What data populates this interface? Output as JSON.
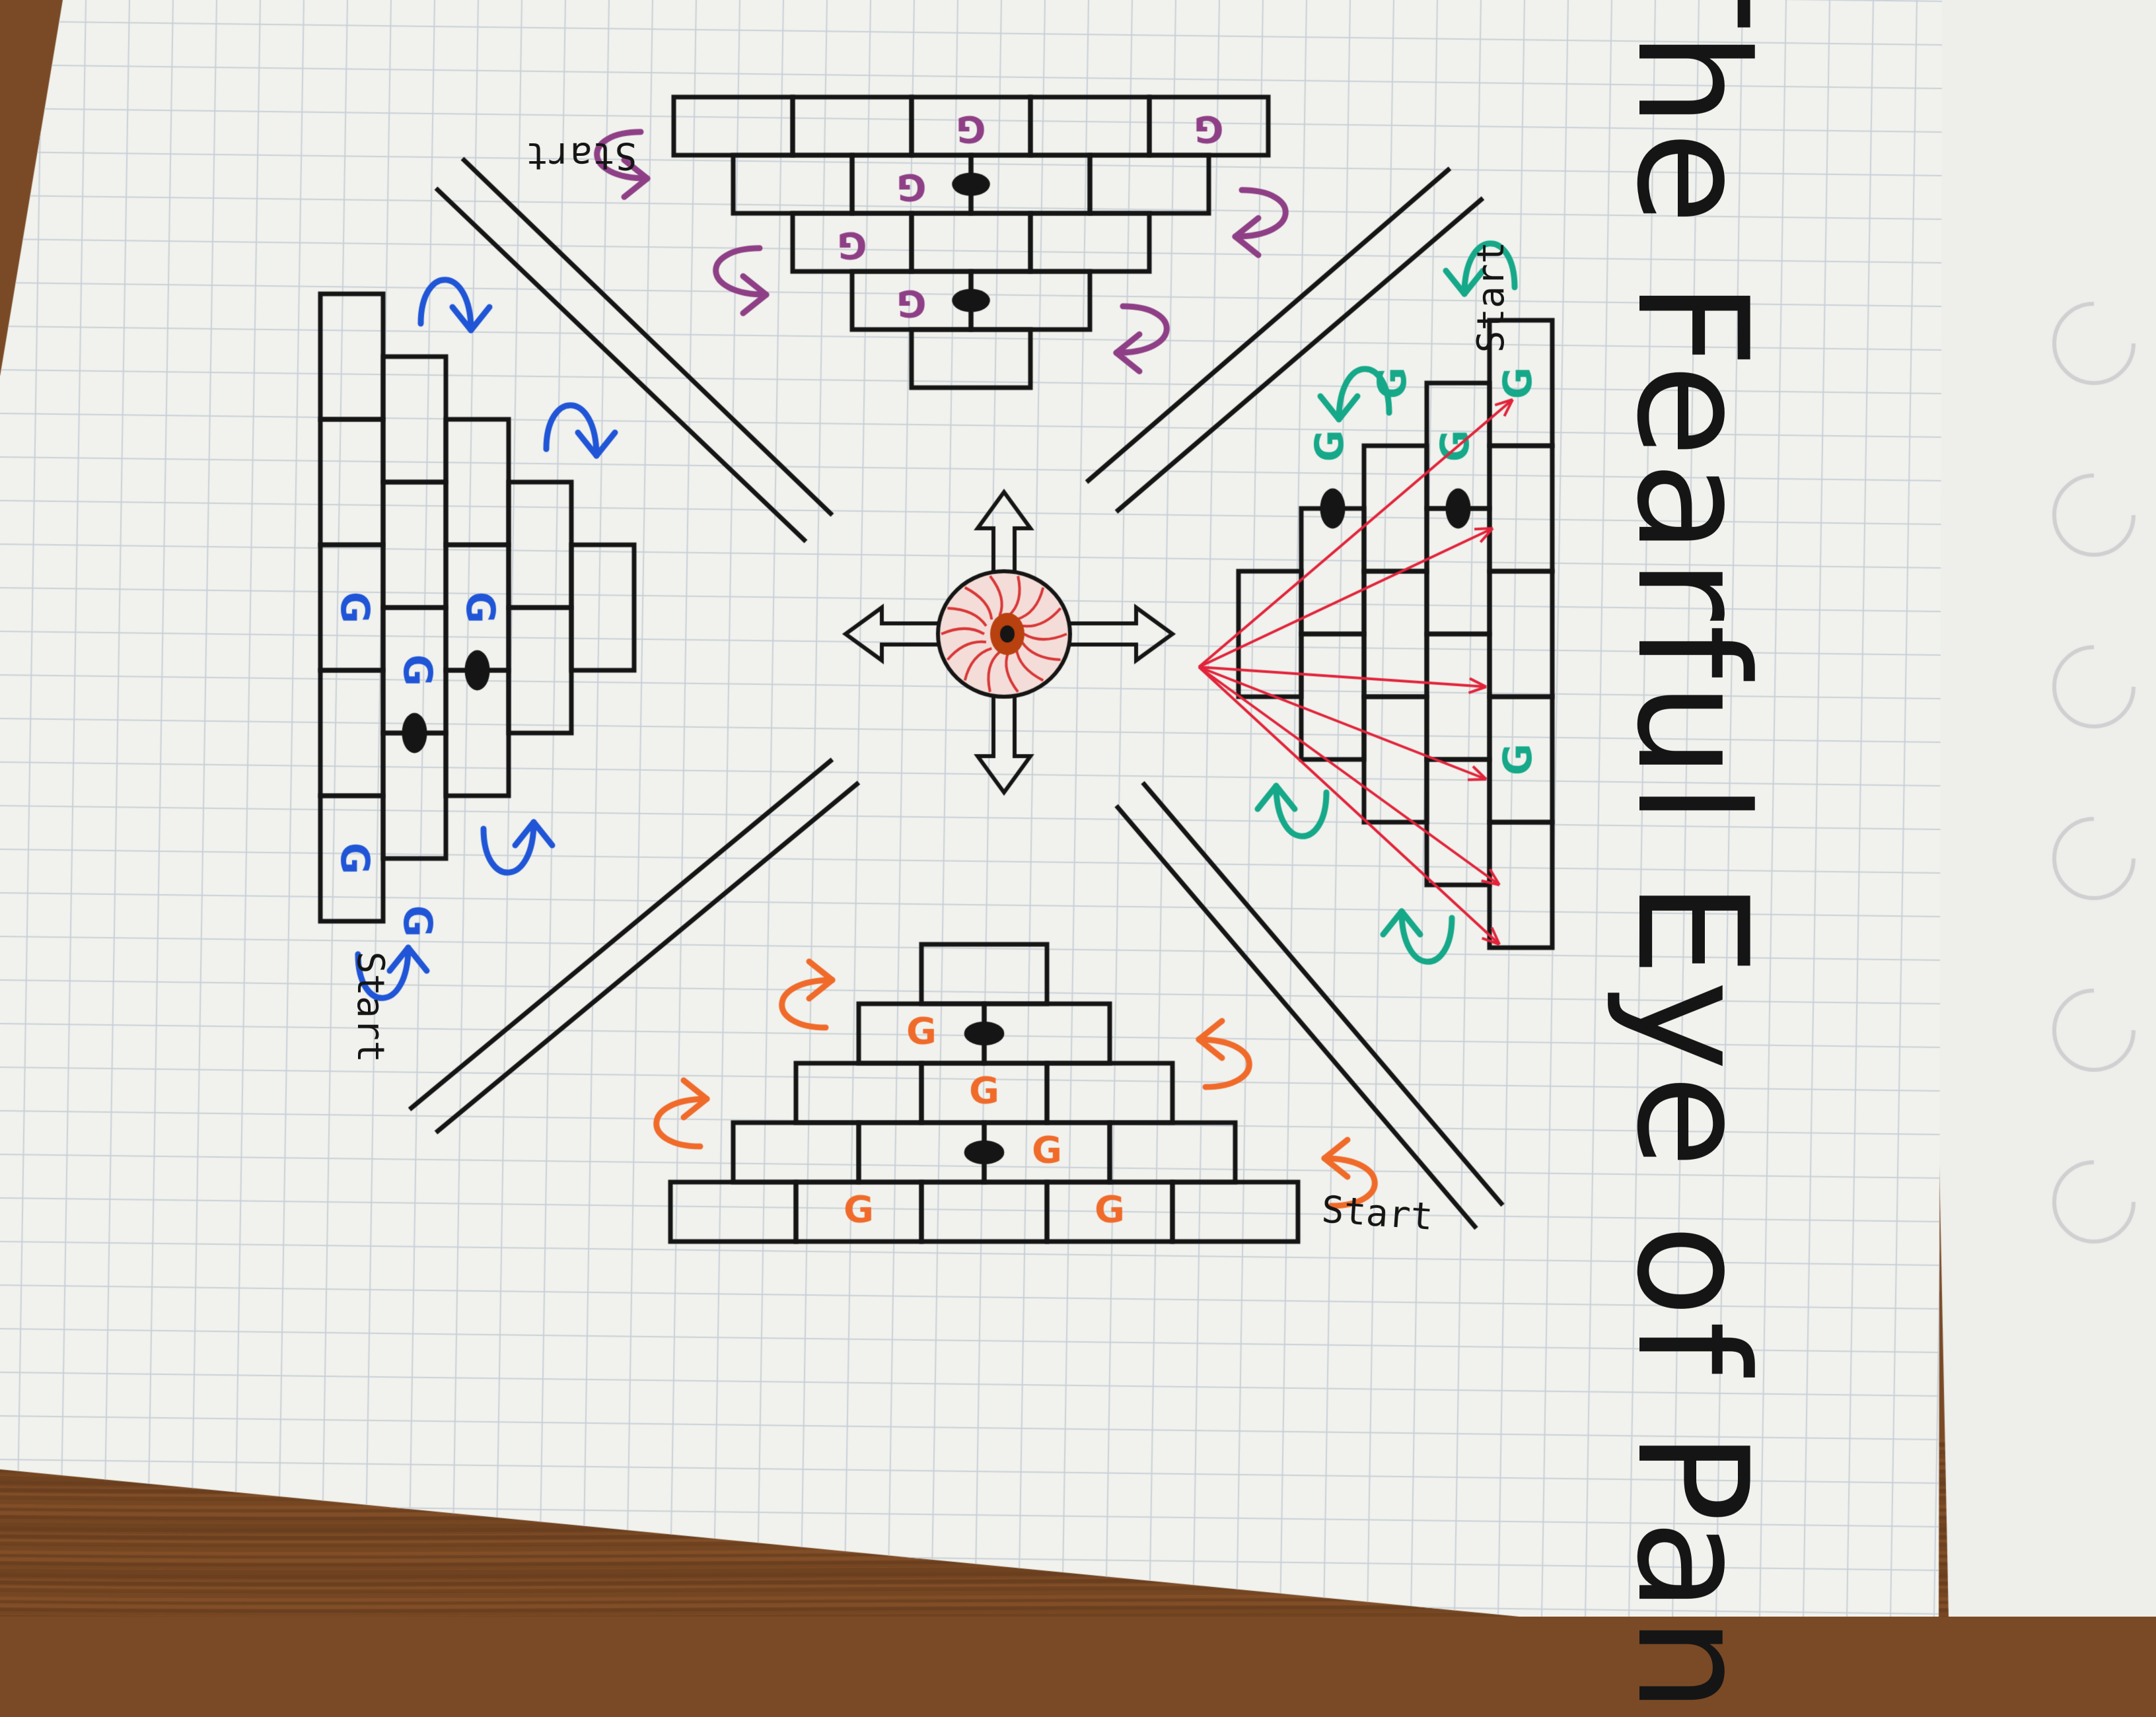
{
  "board": {
    "title": "The Fearful Eye of Pan",
    "start_labels": {
      "top": "Start",
      "right": "Start",
      "left": "Start",
      "bottom": "Start"
    },
    "goal_mark": "G"
  },
  "colors": {
    "paper": "#f1f2ed",
    "grid": "#c9d0d8",
    "ink": "#151515",
    "wood": "#7a4a26",
    "purple": "#8e3f86",
    "teal": "#15a889",
    "blue": "#1f55d6",
    "orange": "#f06a2a",
    "red_arrows": "#e2233a",
    "eye_vein": "#d83636",
    "eye_iris": "#b8410f"
  },
  "pyramids": {
    "top": {
      "color_key": "purple",
      "rows": 5,
      "goals": [
        [
          0,
          0
        ],
        [
          0,
          2
        ],
        [
          1,
          2
        ],
        [
          2,
          2
        ],
        [
          3,
          1
        ]
      ],
      "holes": [
        [
          1,
          2
        ],
        [
          3,
          1
        ]
      ]
    },
    "right": {
      "color_key": "teal",
      "rows": 5,
      "goals": [
        [
          0,
          1
        ],
        [
          0,
          4
        ],
        [
          1,
          3
        ],
        [
          2,
          3
        ],
        [
          3,
          2
        ]
      ],
      "holes": [
        [
          1,
          3
        ],
        [
          3,
          2
        ]
      ]
    },
    "left": {
      "color_key": "blue",
      "rows": 5,
      "goals": [
        [
          0,
          2
        ],
        [
          0,
          4
        ],
        [
          1,
          2
        ],
        [
          1,
          4
        ],
        [
          2,
          1
        ]
      ],
      "holes": [
        [
          1,
          3
        ],
        [
          2,
          2
        ]
      ]
    },
    "bottom": {
      "color_key": "orange",
      "rows": 5,
      "goals": [
        [
          0,
          1
        ],
        [
          0,
          3
        ],
        [
          1,
          2
        ],
        [
          2,
          1
        ],
        [
          3,
          0
        ]
      ],
      "holes": [
        [
          1,
          2
        ],
        [
          3,
          1
        ]
      ]
    }
  }
}
